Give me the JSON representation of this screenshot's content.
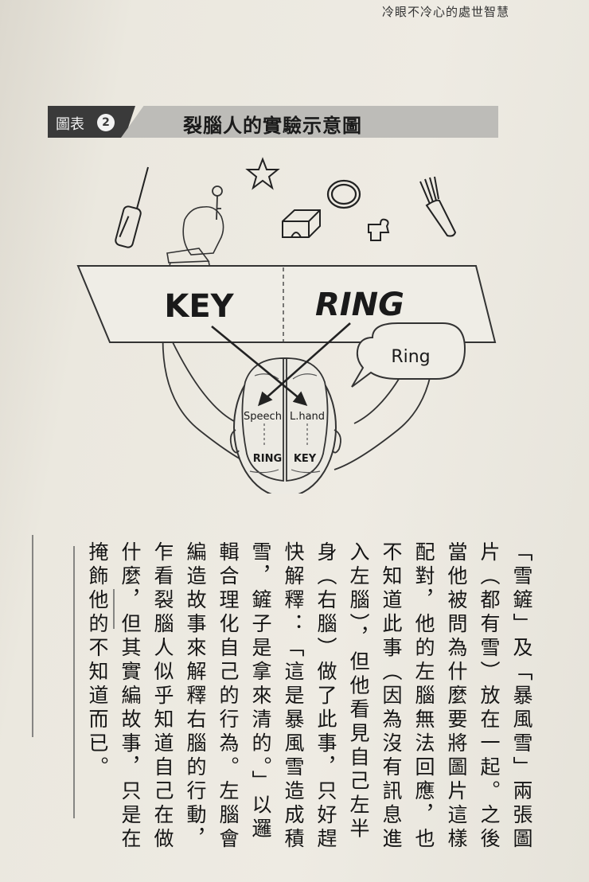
{
  "running_head": "冷眼不冷心的處世智慧",
  "figure": {
    "tag_label": "圖表",
    "tag_number": "2",
    "title": "裂腦人的實驗示意圖",
    "left_word": "KEY",
    "right_word": "RING",
    "speech_bubble": "Ring",
    "left_hemisphere_top": "Speech",
    "right_hemisphere_top": "L.hand",
    "left_hemisphere_bottom": "RING",
    "right_hemisphere_bottom": "KEY"
  },
  "body": {
    "columns": [
      "「雪鏟」及「暴風雪」兩張圖",
      "片（都有雪）放在一起。之後",
      "當他被問為什麼要將圖片這樣",
      "配對，他的左腦無法回應，也",
      "不知道此事（因為沒有訊息進",
      "入左腦），但他看見自己左半",
      "身（右腦）做了此事，只好趕",
      "快解釋：「這是暴風雪造成積",
      "雪，鏟子是拿來清的。」以邏",
      "輯合理化自己的行為。左腦會",
      "編造故事來解釋右腦的行動，",
      "乍看裂腦人似乎知道自己在做",
      "什麼，但其實編故事，只是在",
      "掩飾他的不知道而已。"
    ]
  }
}
